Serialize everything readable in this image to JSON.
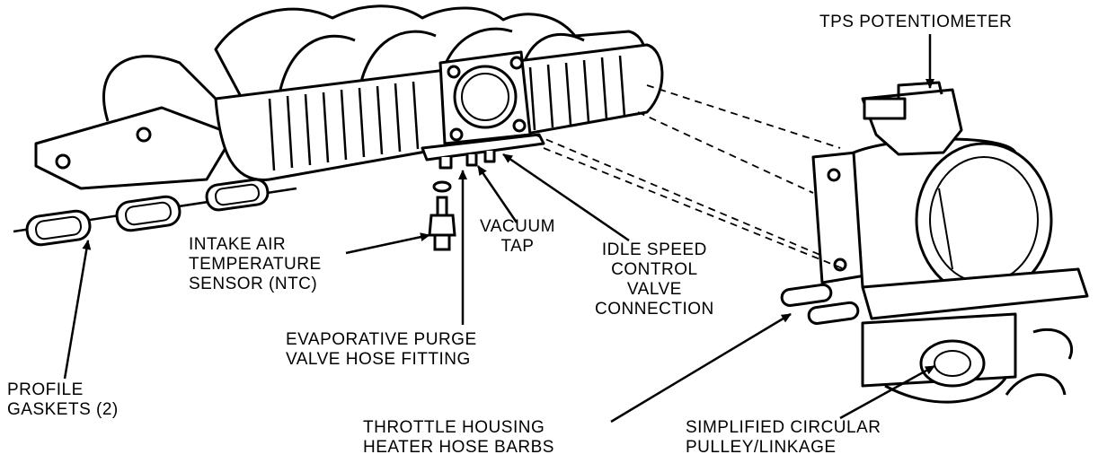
{
  "labels": {
    "tps": {
      "lines": [
        "TPS POTENTIOMETER"
      ]
    },
    "iat": {
      "lines": [
        "INTAKE AIR",
        "TEMPERATURE",
        "SENSOR (NTC)"
      ]
    },
    "vacuum": {
      "lines": [
        "VACUUM",
        "TAP"
      ]
    },
    "iscv": {
      "lines": [
        "IDLE SPEED",
        "CONTROL",
        "VALVE",
        "CONNECTION"
      ]
    },
    "evap": {
      "lines": [
        "EVAPORATIVE PURGE",
        "VALVE HOSE FITTING"
      ]
    },
    "gaskets": {
      "lines": [
        "PROFILE",
        "GASKETS (2)"
      ]
    },
    "heater": {
      "lines": [
        "THROTTLE HOUSING",
        "HEATER HOSE BARBS"
      ]
    },
    "pulley": {
      "lines": [
        "SIMPLIFIED CIRCULAR",
        "PULLEY/LINKAGE"
      ]
    }
  },
  "colors": {
    "ink": "#000000",
    "paper": "#ffffff"
  }
}
